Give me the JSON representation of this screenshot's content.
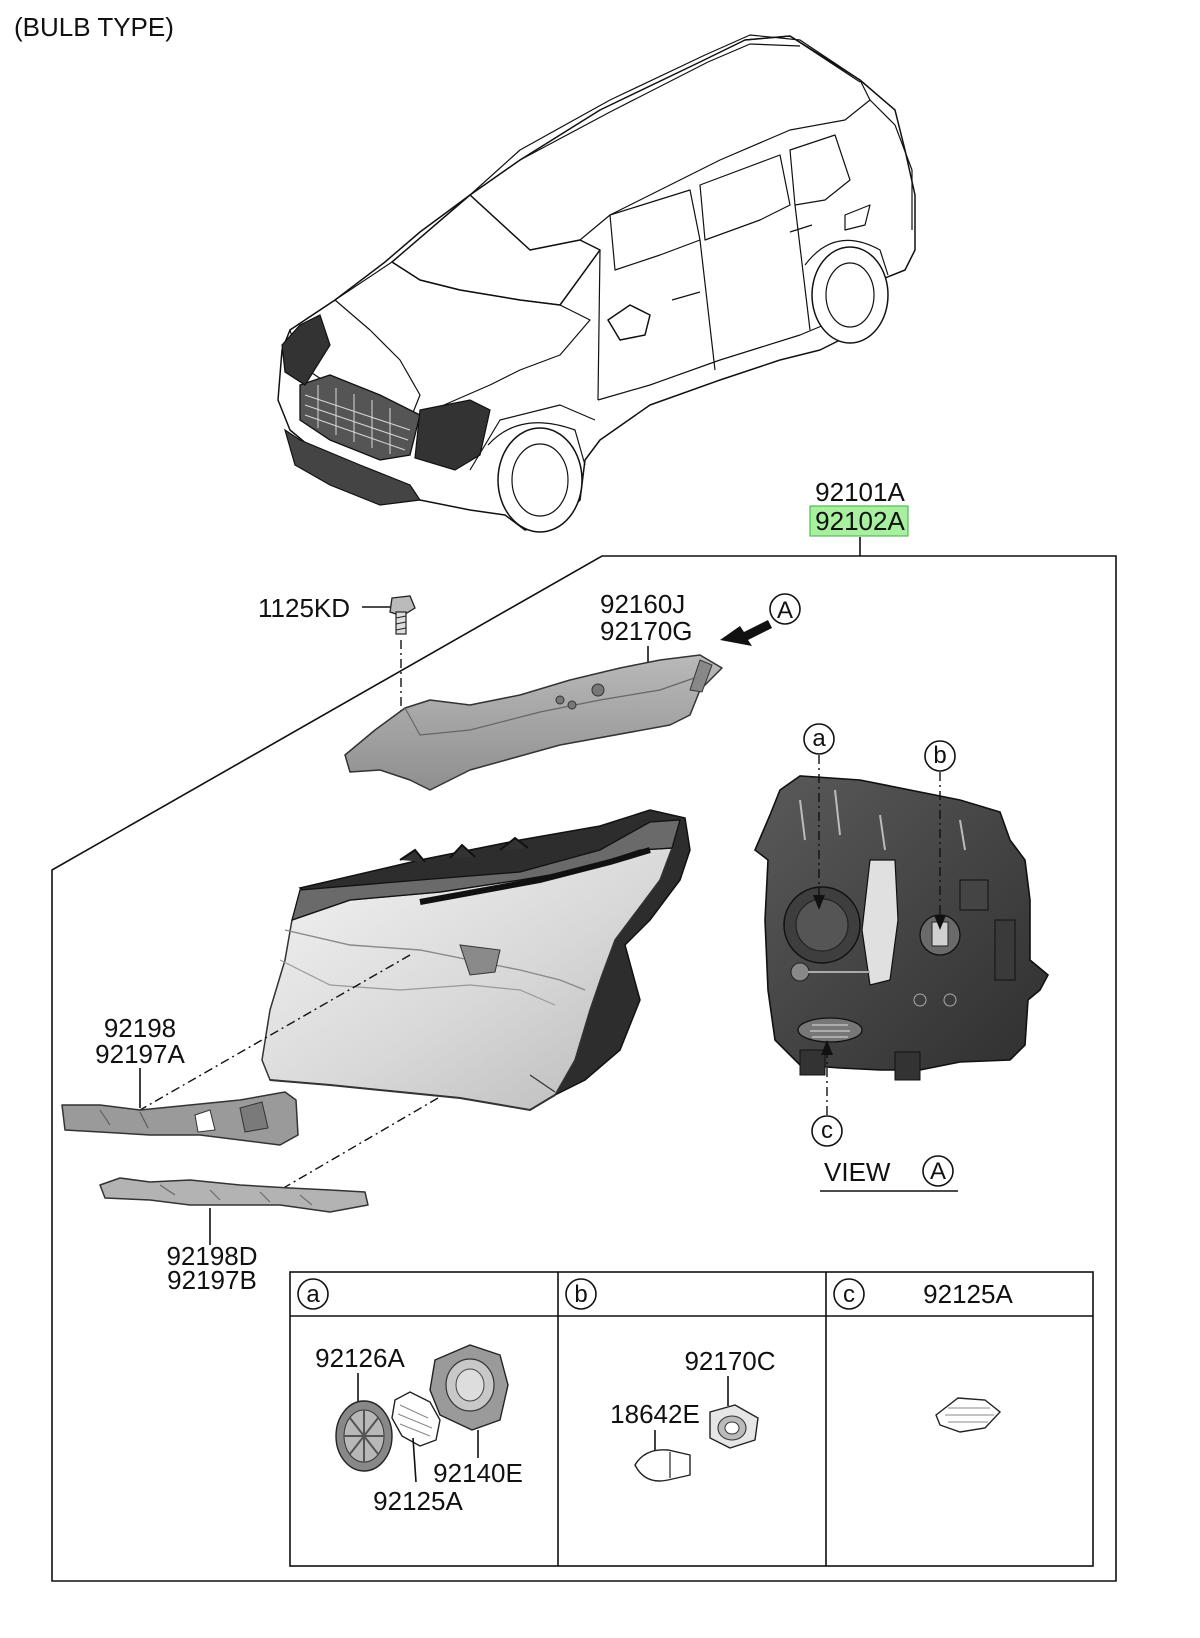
{
  "header": {
    "title": "(BULB TYPE)"
  },
  "callouts": {
    "assembly_1": "92101A",
    "assembly_2": "92102A",
    "bolt": "1125KD",
    "cover_1": "92160J",
    "cover_2": "92170G",
    "view_marker": "A",
    "bracket_upper_1": "92198",
    "bracket_upper_2": "92197A",
    "bracket_lower_1": "92198D",
    "bracket_lower_2": "92197B",
    "circle_a": "a",
    "circle_b": "b",
    "circle_c": "c",
    "view_label": "VIEW",
    "view_label_marker": "A"
  },
  "highlight_color": "#a8f0a0",
  "table": {
    "headers": [
      {
        "marker": "a",
        "text": ""
      },
      {
        "marker": "b",
        "text": ""
      },
      {
        "marker": "c",
        "text": "92125A"
      }
    ],
    "cell_a": {
      "cap": "92126A",
      "seal": "92125A",
      "socket": "92140E"
    },
    "cell_b": {
      "bulb": "18642E",
      "holder": "92170C"
    },
    "cell_c": {}
  }
}
